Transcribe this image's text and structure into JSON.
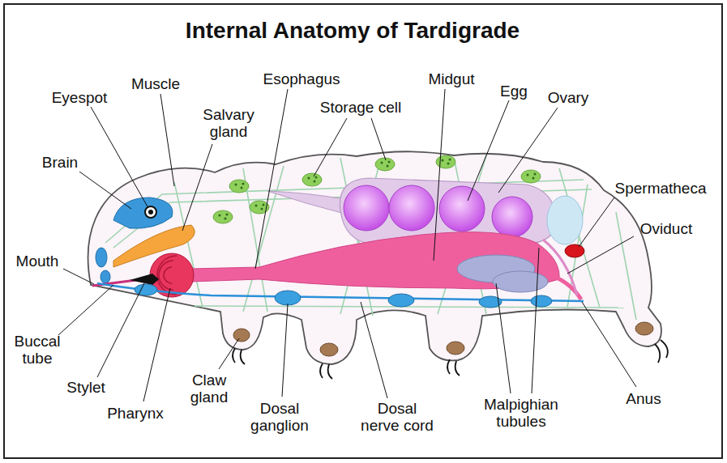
{
  "diagram": {
    "title": "Internal Anatomy of Tardigrade",
    "labels": [
      "Eyespot",
      "Muscle",
      "Esophagus",
      "Midgut",
      "Egg",
      "Ovary",
      "Salvary gland",
      "Storage cell",
      "Brain",
      "Spermatheca",
      "Oviduct",
      "Mouth",
      "Buccal tube",
      "Stylet",
      "Pharynx",
      "Claw gland",
      "Dosal ganglion",
      "Dosal nerve cord",
      "Malpighian tubules",
      "Anus"
    ]
  }
}
